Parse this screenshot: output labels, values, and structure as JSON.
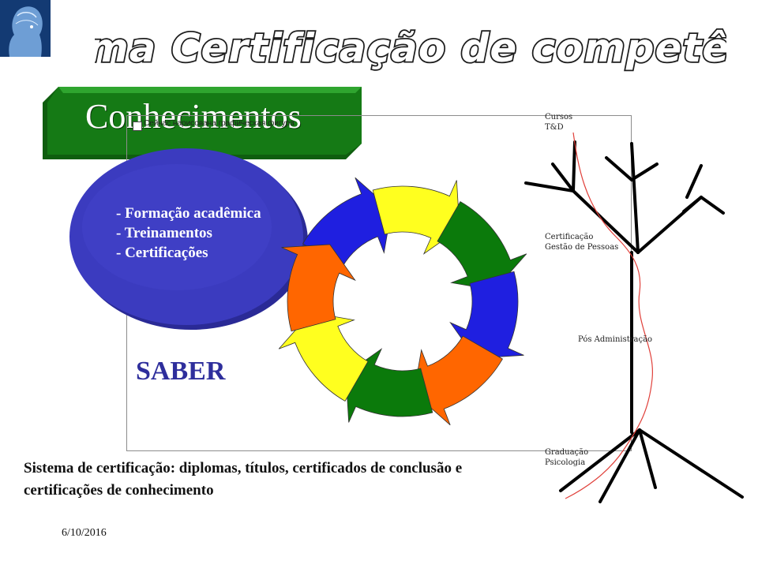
{
  "header": {
    "title": "Sistema Certificação de competências"
  },
  "banner": {
    "title": "Conhecimentos"
  },
  "frame": {
    "overlay_text": "Сейчас нарисована графическая фигура"
  },
  "oval": {
    "items": [
      "- Formação acadêmica",
      "- Treinamentos",
      "- Certificações"
    ]
  },
  "saber_label": "SABER",
  "tree": {
    "labels": {
      "cursos": [
        "Cursos",
        "T&D"
      ],
      "certificacao": [
        "Certificação",
        "Gestão de Pessoas"
      ],
      "pos": "Pós Administração",
      "graduacao": [
        "Graduação",
        "Psicologia"
      ]
    }
  },
  "caption": "Sistema de certificação: diplomas, títulos, certificados de conclusão e certificações de conhecimento",
  "footer": {
    "date": "6/10/2016"
  },
  "colors": {
    "title_fill": "#ffffff",
    "title_stroke": "#1c1c1c",
    "banner_green": "#157a15",
    "oval_blue": "#3b3bbf",
    "cycle": [
      "#1f1fe0",
      "#ffff1f",
      "#0b7a0b",
      "#ff6600"
    ],
    "tree_branch": "#000000",
    "tree_root_line": "#e0403a"
  }
}
